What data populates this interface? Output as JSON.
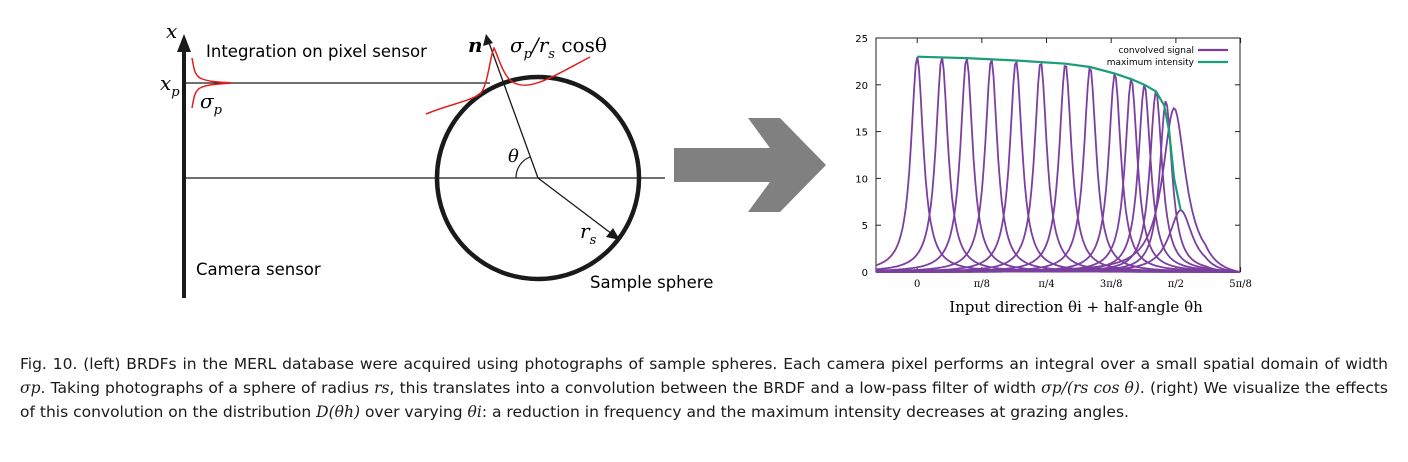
{
  "left_figure": {
    "axis_label": "x",
    "xp_label": "x",
    "xp_sub": "p",
    "sigma_label": "σ",
    "sigma_sub": "p",
    "n_label": "n",
    "filter_label_a": "σ",
    "filter_label_b": "p",
    "filter_label_c": "/r",
    "filter_label_d": "s",
    "filter_label_e": " cosθ",
    "theta_label": "θ",
    "rs_label": "r",
    "rs_sub": "s",
    "integration_label": "Integration on pixel sensor",
    "camera_label": "Camera sensor",
    "sphere_label": "Sample sphere"
  },
  "colors": {
    "convolved": "#7b3fa0",
    "maximum": "#1a9e77",
    "filter": "#e02020",
    "arrow": "#808080"
  },
  "chart_data": {
    "type": "line",
    "xlabel": "Input direction θi + half-angle θh",
    "x_ticks": [
      "0",
      "π/8",
      "π/4",
      "3π/8",
      "π/2",
      "5π/8"
    ],
    "y_ticks": [
      "0",
      "5",
      "10",
      "15",
      "20",
      "25"
    ],
    "ylim": [
      0,
      25
    ],
    "xlim": [
      -0.25,
      1.96
    ],
    "legend_position": "top-right",
    "series": [
      {
        "name": "convolved signal",
        "color": "#7b3fa0",
        "peaks": [
          0.0,
          0.15,
          0.3,
          0.45,
          0.6,
          0.75,
          0.9,
          1.05,
          1.2,
          1.3,
          1.38,
          1.45,
          1.51,
          1.56,
          1.6
        ],
        "peak_values": [
          23.0,
          22.95,
          22.85,
          22.75,
          22.6,
          22.45,
          22.25,
          21.9,
          21.2,
          20.6,
          20.0,
          19.3,
          18.3,
          17.5,
          6.6
        ]
      },
      {
        "name": "maximum intensity",
        "color": "#1a9e77",
        "x": [
          0.0,
          0.3,
          0.6,
          0.9,
          1.05,
          1.2,
          1.3,
          1.38,
          1.45,
          1.5,
          1.53,
          1.56,
          1.6
        ],
        "y": [
          23.0,
          22.85,
          22.6,
          22.25,
          21.9,
          21.2,
          20.6,
          20.0,
          19.3,
          17.8,
          15.0,
          10.0,
          6.6
        ]
      }
    ]
  },
  "caption": {
    "prefix": "Fig. 10.",
    "text_1": " (left) BRDFs in the MERL database were acquired using photographs of sample spheres. Each camera pixel performs an integral over a small spatial domain of width ",
    "sigma_p": "σp",
    "text_2": ". Taking photographs of a sphere of radius ",
    "r_s": "rs",
    "text_3": ", this translates into a convolution between the BRDF and a low-pass filter of width ",
    "filter_expr": "σp/(rs cos θ)",
    "text_4": ". (right) We visualize the effects of this convolution on the distribution ",
    "d_expr": "D(θh)",
    "text_5": " over varying ",
    "theta_i": "θi",
    "text_6": ": a reduction in frequency and the maximum intensity decreases at grazing angles."
  }
}
